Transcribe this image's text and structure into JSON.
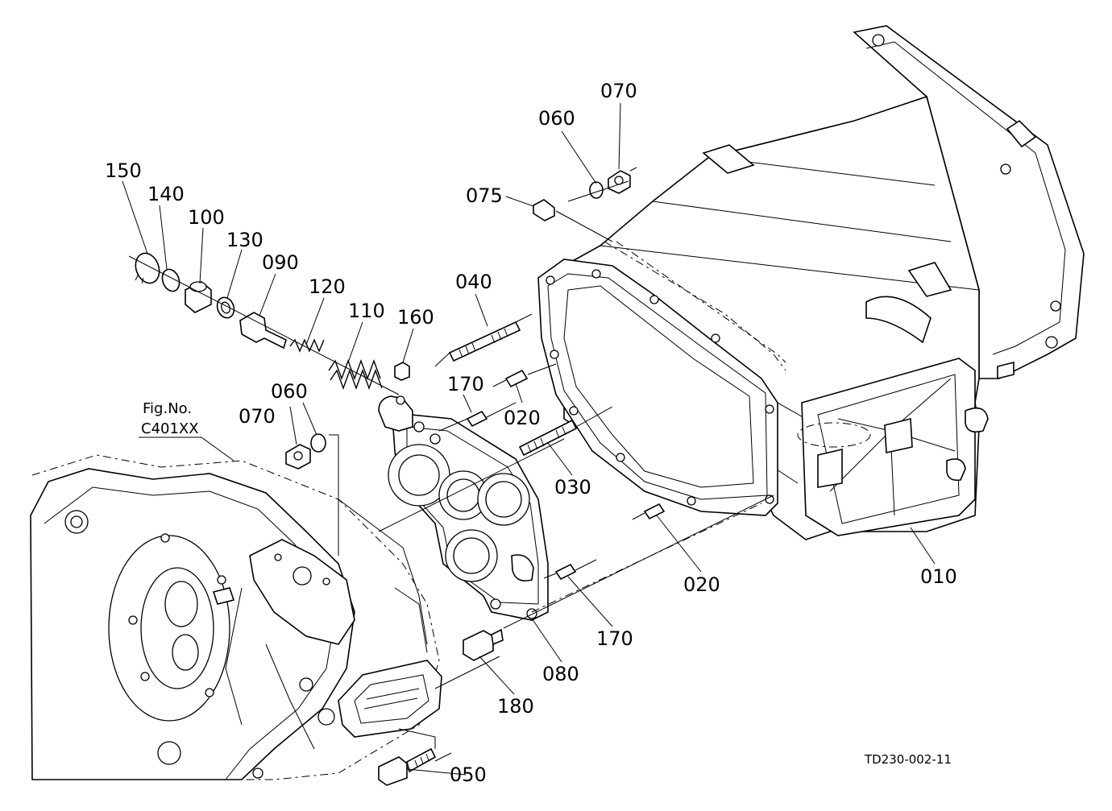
{
  "figure_ref": {
    "line1": "Fig.No.",
    "line2": "C401XX"
  },
  "drawing_code": "TD230-002-11",
  "callouts": {
    "c010": "010",
    "c020a": "020",
    "c020b": "020",
    "c030": "030",
    "c040": "040",
    "c050": "050",
    "c060a": "060",
    "c060b": "060",
    "c070a": "070",
    "c070b": "070",
    "c075": "075",
    "c080": "080",
    "c090": "090",
    "c100": "100",
    "c110": "110",
    "c120": "120",
    "c130": "130",
    "c140": "140",
    "c150": "150",
    "c160": "160",
    "c170a": "170",
    "c170b": "170",
    "c180": "180"
  }
}
